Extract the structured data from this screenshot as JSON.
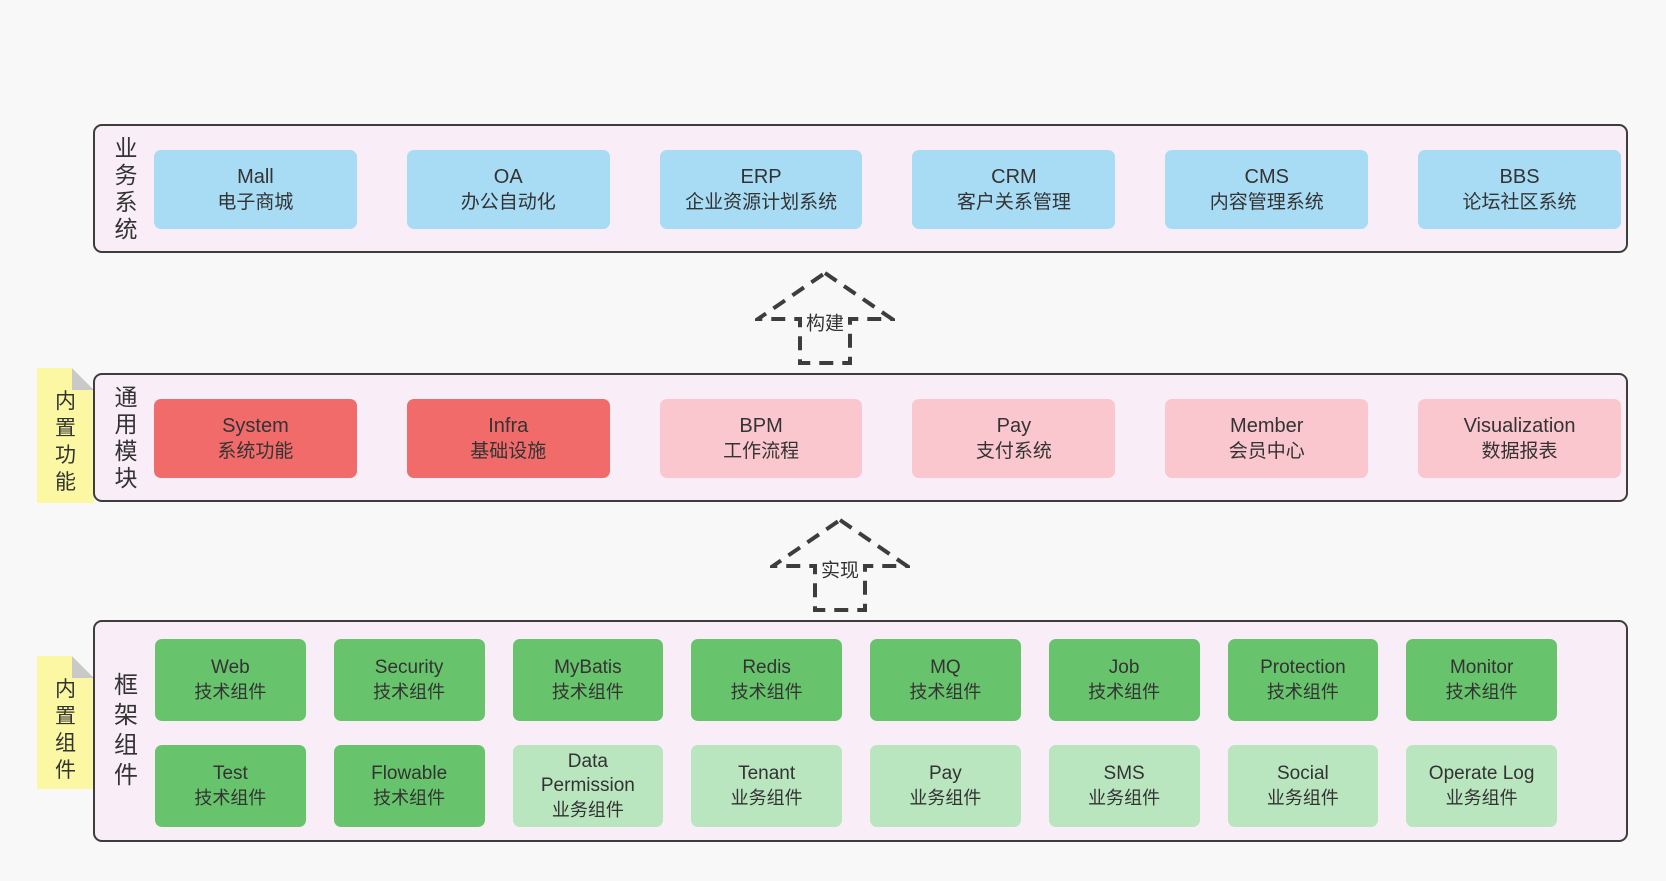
{
  "colors": {
    "page_bg": "#f8f8f8",
    "band_fill": "#f9eef7",
    "line": "#3d3d3d",
    "text": "#333333",
    "blue": "#a8dcf5",
    "red": "#f16b6b",
    "pink": "#fbc7cf",
    "green_dark": "#68c46c",
    "green_light": "#b9e5bf",
    "sticky": "#fbf7a3",
    "sticky_fold": "#c9c9c9"
  },
  "arrows": [
    {
      "label": "构建"
    },
    {
      "label": "实现"
    }
  ],
  "bands": [
    {
      "name": "business-systems",
      "label": "业务系统",
      "rows": [
        [
          {
            "name": "Mall",
            "subtitle": "电子商城",
            "type": "blue"
          },
          {
            "name": "OA",
            "subtitle": "办公自动化",
            "type": "blue"
          },
          {
            "name": "ERP",
            "subtitle": "企业资源计划系统",
            "type": "blue"
          },
          {
            "name": "CRM",
            "subtitle": "客户关系管理",
            "type": "blue"
          },
          {
            "name": "CMS",
            "subtitle": "内容管理系统",
            "type": "blue"
          },
          {
            "name": "BBS",
            "subtitle": "论坛社区系统",
            "type": "blue"
          }
        ]
      ]
    },
    {
      "name": "common-modules",
      "label": "通用模块",
      "sticky": "内置功能",
      "rows": [
        [
          {
            "name": "System",
            "subtitle": "系统功能",
            "type": "red"
          },
          {
            "name": "Infra",
            "subtitle": "基础设施",
            "type": "red"
          },
          {
            "name": "BPM",
            "subtitle": "工作流程",
            "type": "pink"
          },
          {
            "name": "Pay",
            "subtitle": "支付系统",
            "type": "pink"
          },
          {
            "name": "Member",
            "subtitle": "会员中心",
            "type": "pink"
          },
          {
            "name": "Visualization",
            "subtitle": "数据报表",
            "type": "pink"
          }
        ]
      ]
    },
    {
      "name": "framework-components",
      "label": "框架组件",
      "sticky": "内置组件",
      "rows": [
        [
          {
            "name": "Web",
            "subtitle": "技术组件",
            "type": "gdark"
          },
          {
            "name": "Security",
            "subtitle": "技术组件",
            "type": "gdark"
          },
          {
            "name": "MyBatis",
            "subtitle": "技术组件",
            "type": "gdark"
          },
          {
            "name": "Redis",
            "subtitle": "技术组件",
            "type": "gdark"
          },
          {
            "name": "MQ",
            "subtitle": "技术组件",
            "type": "gdark"
          },
          {
            "name": "Job",
            "subtitle": "技术组件",
            "type": "gdark"
          },
          {
            "name": "Protection",
            "subtitle": "技术组件",
            "type": "gdark"
          },
          {
            "name": "Monitor",
            "subtitle": "技术组件",
            "type": "gdark"
          }
        ],
        [
          {
            "name": "Test",
            "subtitle": "技术组件",
            "type": "gdark"
          },
          {
            "name": "Flowable",
            "subtitle": "技术组件",
            "type": "gdark"
          },
          {
            "name": "Data Permission",
            "subtitle": "业务组件",
            "type": "glight"
          },
          {
            "name": "Tenant",
            "subtitle": "业务组件",
            "type": "glight"
          },
          {
            "name": "Pay",
            "subtitle": "业务组件",
            "type": "glight"
          },
          {
            "name": "SMS",
            "subtitle": "业务组件",
            "type": "glight"
          },
          {
            "name": "Social",
            "subtitle": "业务组件",
            "type": "glight"
          },
          {
            "name": "Operate Log",
            "subtitle": "业务组件",
            "type": "glight"
          }
        ]
      ]
    }
  ]
}
